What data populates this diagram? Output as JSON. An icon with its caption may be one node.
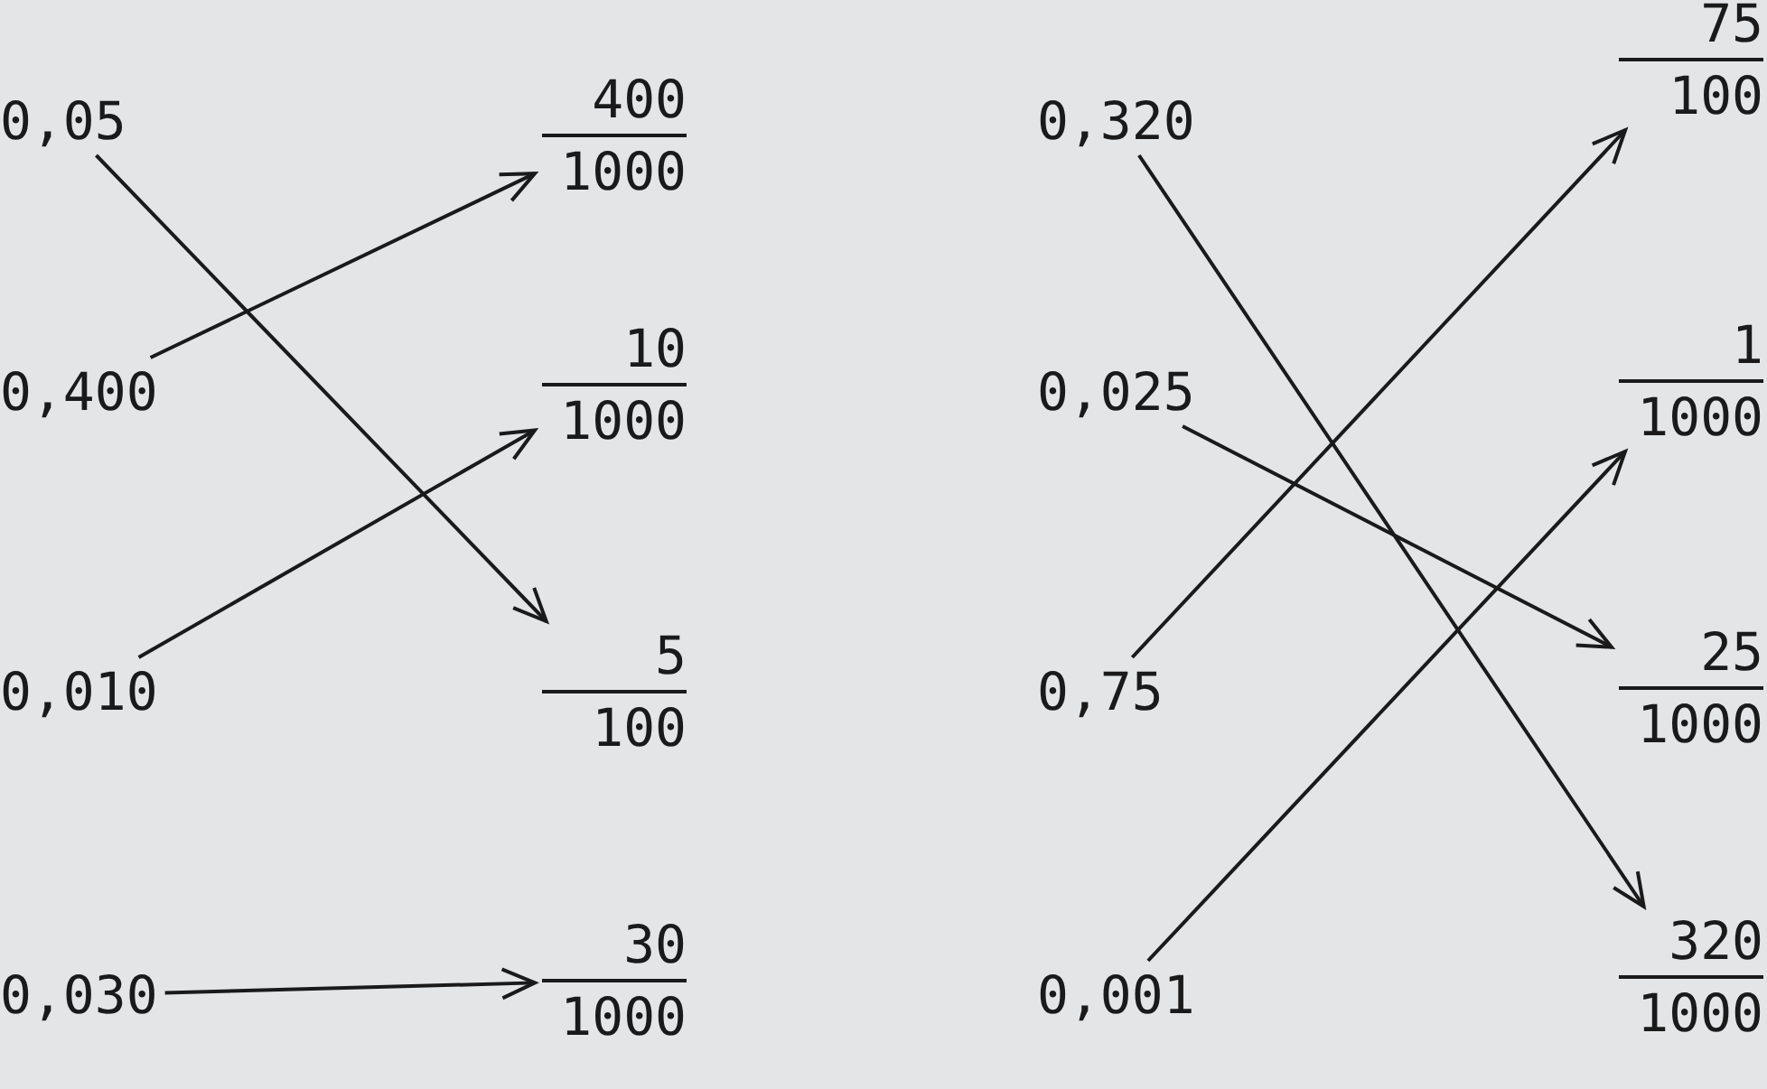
{
  "diagram": {
    "nodes": [
      {
        "text": [
          "0,05"
        ]
      },
      {
        "text": [
          "0,400"
        ]
      },
      {
        "text": [
          "0,010"
        ]
      },
      {
        "text": [
          "0,030"
        ]
      },
      {
        "text": [
          "400",
          "1000"
        ]
      },
      {
        "text": [
          "10",
          "1000"
        ]
      },
      {
        "text": [
          "5",
          "100"
        ]
      },
      {
        "text": [
          "30",
          "1000"
        ]
      },
      {
        "text": [
          "0,320"
        ]
      },
      {
        "text": [
          "0,025"
        ]
      },
      {
        "text": [
          "0,75"
        ]
      },
      {
        "text": [
          "0,001"
        ]
      },
      {
        "text": [
          "75",
          "100"
        ]
      },
      {
        "text": [
          "1",
          "1000"
        ]
      },
      {
        "text": [
          "25",
          "1000"
        ]
      },
      {
        "text": [
          "320",
          "1000"
        ]
      }
    ],
    "edges": [
      {
        "from": 0,
        "to": 6,
        "arrow": "to"
      },
      {
        "from": 1,
        "to": 4,
        "arrow": "to"
      },
      {
        "from": 2,
        "to": 5,
        "arrow": "to"
      },
      {
        "from": 3,
        "to": 7,
        "arrow": "to"
      },
      {
        "from": 8,
        "to": 15,
        "arrow": "to"
      },
      {
        "from": 9,
        "to": 14,
        "arrow": "to"
      },
      {
        "from": 10,
        "to": 12,
        "arrow": "to"
      },
      {
        "from": 11,
        "to": 13,
        "arrow": "to"
      }
    ]
  }
}
